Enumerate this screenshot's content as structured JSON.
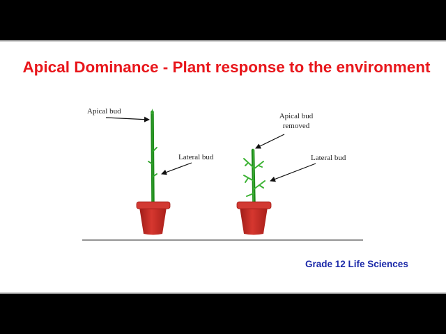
{
  "title": "Apical Dominance - Plant response to the environment",
  "footer": "Grade 12 Life Sciences",
  "left_plant": {
    "apical_label": "Apical bud",
    "lateral_label": "Lateral bud"
  },
  "right_plant": {
    "apical_label_line1": "Apical bud",
    "apical_label_line2": "removed",
    "lateral_label": "Lateral bud"
  },
  "colors": {
    "title": "#e8161b",
    "footer": "#1a28a8",
    "stem": "#2fa32a",
    "pot": "#c42a25",
    "pot_rim": "#d23a33"
  }
}
